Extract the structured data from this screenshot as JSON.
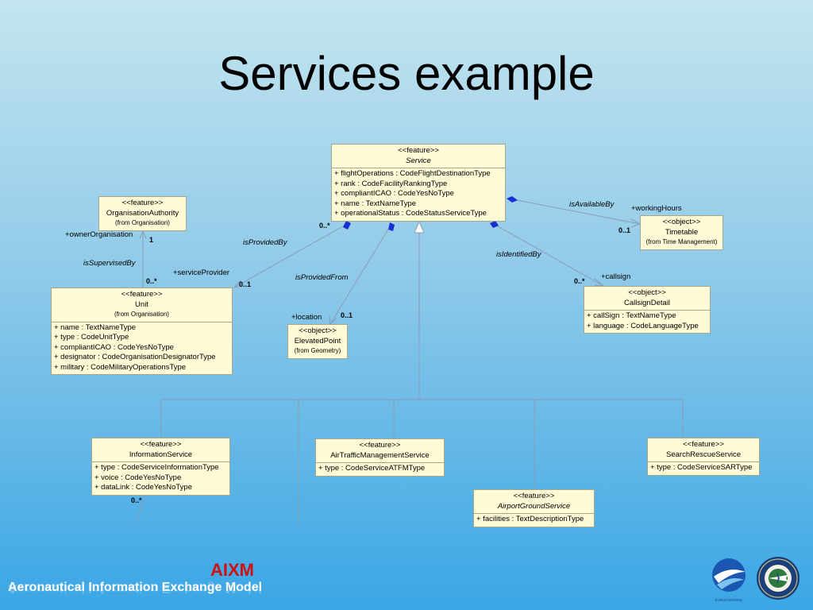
{
  "title": "Services example",
  "classes": {
    "service": {
      "stereotype": "<<feature>>",
      "name": "Service",
      "attrs": [
        "+ flightOperations : CodeFlightDestinationType",
        "+ rank : CodeFacilityRankingType",
        "+ compliantICAO : CodeYesNoType",
        "+ name : TextNameType",
        "+ operationalStatus : CodeStatusServiceType"
      ]
    },
    "org_authority": {
      "stereotype": "<<feature>>",
      "name": "OrganisationAuthority",
      "from": "(from Organisation)"
    },
    "timetable": {
      "stereotype": "<<object>>",
      "name": "Timetable",
      "from": "(from Time Management)"
    },
    "unit": {
      "stereotype": "<<feature>>",
      "name": "Unit",
      "from": "(from Organisation)",
      "attrs": [
        "+ name : TextNameType",
        "+ type : CodeUnitType",
        "+ compliantICAO : CodeYesNoType",
        "+ designator : CodeOrganisationDesignatorType",
        "+ military : CodeMilitaryOperationsType"
      ]
    },
    "elevated_point": {
      "stereotype": "<<object>>",
      "name": "ElevatedPoint",
      "from": "(from Geometry)"
    },
    "callsign_detail": {
      "stereotype": "<<object>>",
      "name": "CallsignDetail",
      "attrs": [
        "+ callSign : TextNameType",
        "+ language : CodeLanguageType"
      ]
    },
    "information_service": {
      "stereotype": "<<feature>>",
      "name": "InformationService",
      "attrs": [
        "+ type : CodeServiceInformationType",
        "+ voice : CodeYesNoType",
        "+ dataLink : CodeYesNoType"
      ]
    },
    "atm_service": {
      "stereotype": "<<feature>>",
      "name": "AirTrafficManagementService",
      "attrs": [
        "+ type : CodeServiceATFMType"
      ]
    },
    "sar_service": {
      "stereotype": "<<feature>>",
      "name": "SearchRescueService",
      "attrs": [
        "+ type : CodeServiceSARType"
      ]
    },
    "airport_ground_service": {
      "stereotype": "<<feature>>",
      "name": "AirportGroundService",
      "attrs": [
        "+ facilities : TextDescriptionType"
      ]
    }
  },
  "labels": {
    "is_available_by": "isAvailableBy",
    "working_hours": "+workingHours",
    "mult_timetable": "0..1",
    "owner_org": "+ownerOrganisation",
    "mult_owner": "1",
    "is_provided_by": "isProvidedBy",
    "mult_service_unit": "0..*",
    "is_identified_by": "isIdentifiedBy",
    "is_supervised_by": "isSupervisedBy",
    "service_provider": "+serviceProvider",
    "is_provided_from": "isProvidedFrom",
    "callsign": "+callsign",
    "mult_unit_sup": "0..*",
    "mult_provider": "0..1",
    "mult_callsign": "0..*",
    "location": "+location",
    "mult_location": "0..1",
    "mult_info": "0..*"
  },
  "footer": {
    "brand": "AIXM",
    "full_name": "Aeronautical Information Exchange Model",
    "logo_left_caption": "EUROCONTROL",
    "logo_right_caption": "FEDERAL AVIATION ADMINISTRATION"
  },
  "colors": {
    "box_fill": "#fffbd6",
    "line": "#8a9cb8",
    "diamond": "#1a2fd0",
    "brand_red": "#d01010"
  }
}
